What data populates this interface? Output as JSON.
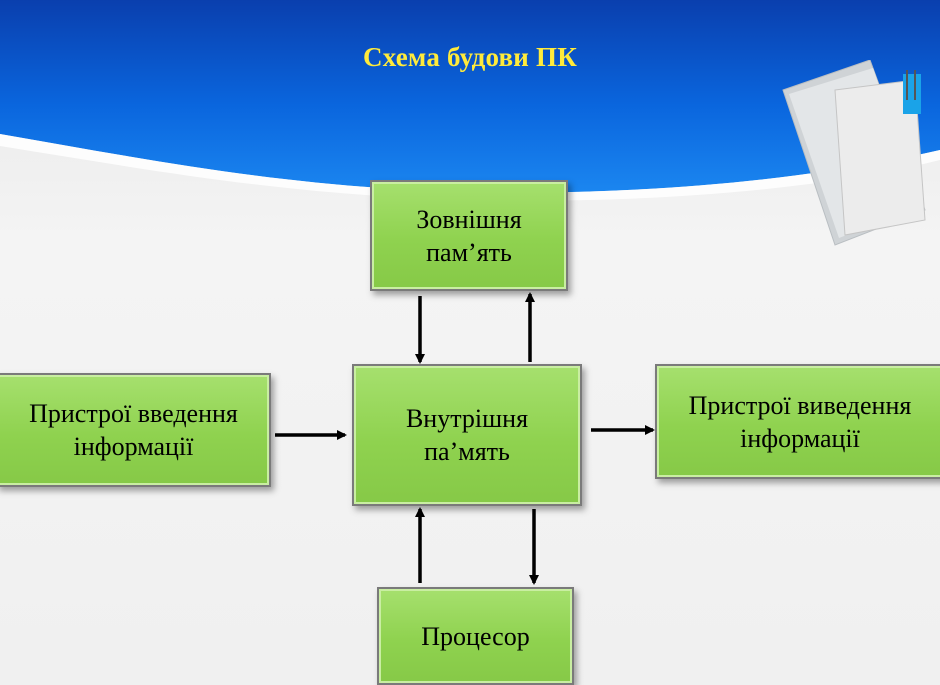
{
  "slide": {
    "title": "Схема будови ПК"
  },
  "diagram": {
    "nodes": {
      "external_memory": {
        "line1": "Зовнішня",
        "line2": "пам’ять"
      },
      "internal_memory": {
        "line1": "Внутрішня",
        "line2": "па’мять"
      },
      "input_devices": {
        "line1": "Пристрої введення",
        "line2": "інформації"
      },
      "output_devices": {
        "line1": "Пристрої виведення",
        "line2": "інформації"
      },
      "processor": {
        "line1": "Процесор"
      }
    },
    "edges": [
      {
        "from": "external_memory",
        "to": "internal_memory"
      },
      {
        "from": "internal_memory",
        "to": "external_memory"
      },
      {
        "from": "input_devices",
        "to": "internal_memory"
      },
      {
        "from": "internal_memory",
        "to": "output_devices"
      },
      {
        "from": "internal_memory",
        "to": "processor"
      },
      {
        "from": "processor",
        "to": "internal_memory"
      }
    ]
  },
  "colors": {
    "header_blue": "#0a5fd6",
    "title_yellow": "#ffeb3b",
    "box_green": "#92d050",
    "arrow": "#000000"
  },
  "icons": {
    "decoration": "notebook-paper-icon"
  }
}
